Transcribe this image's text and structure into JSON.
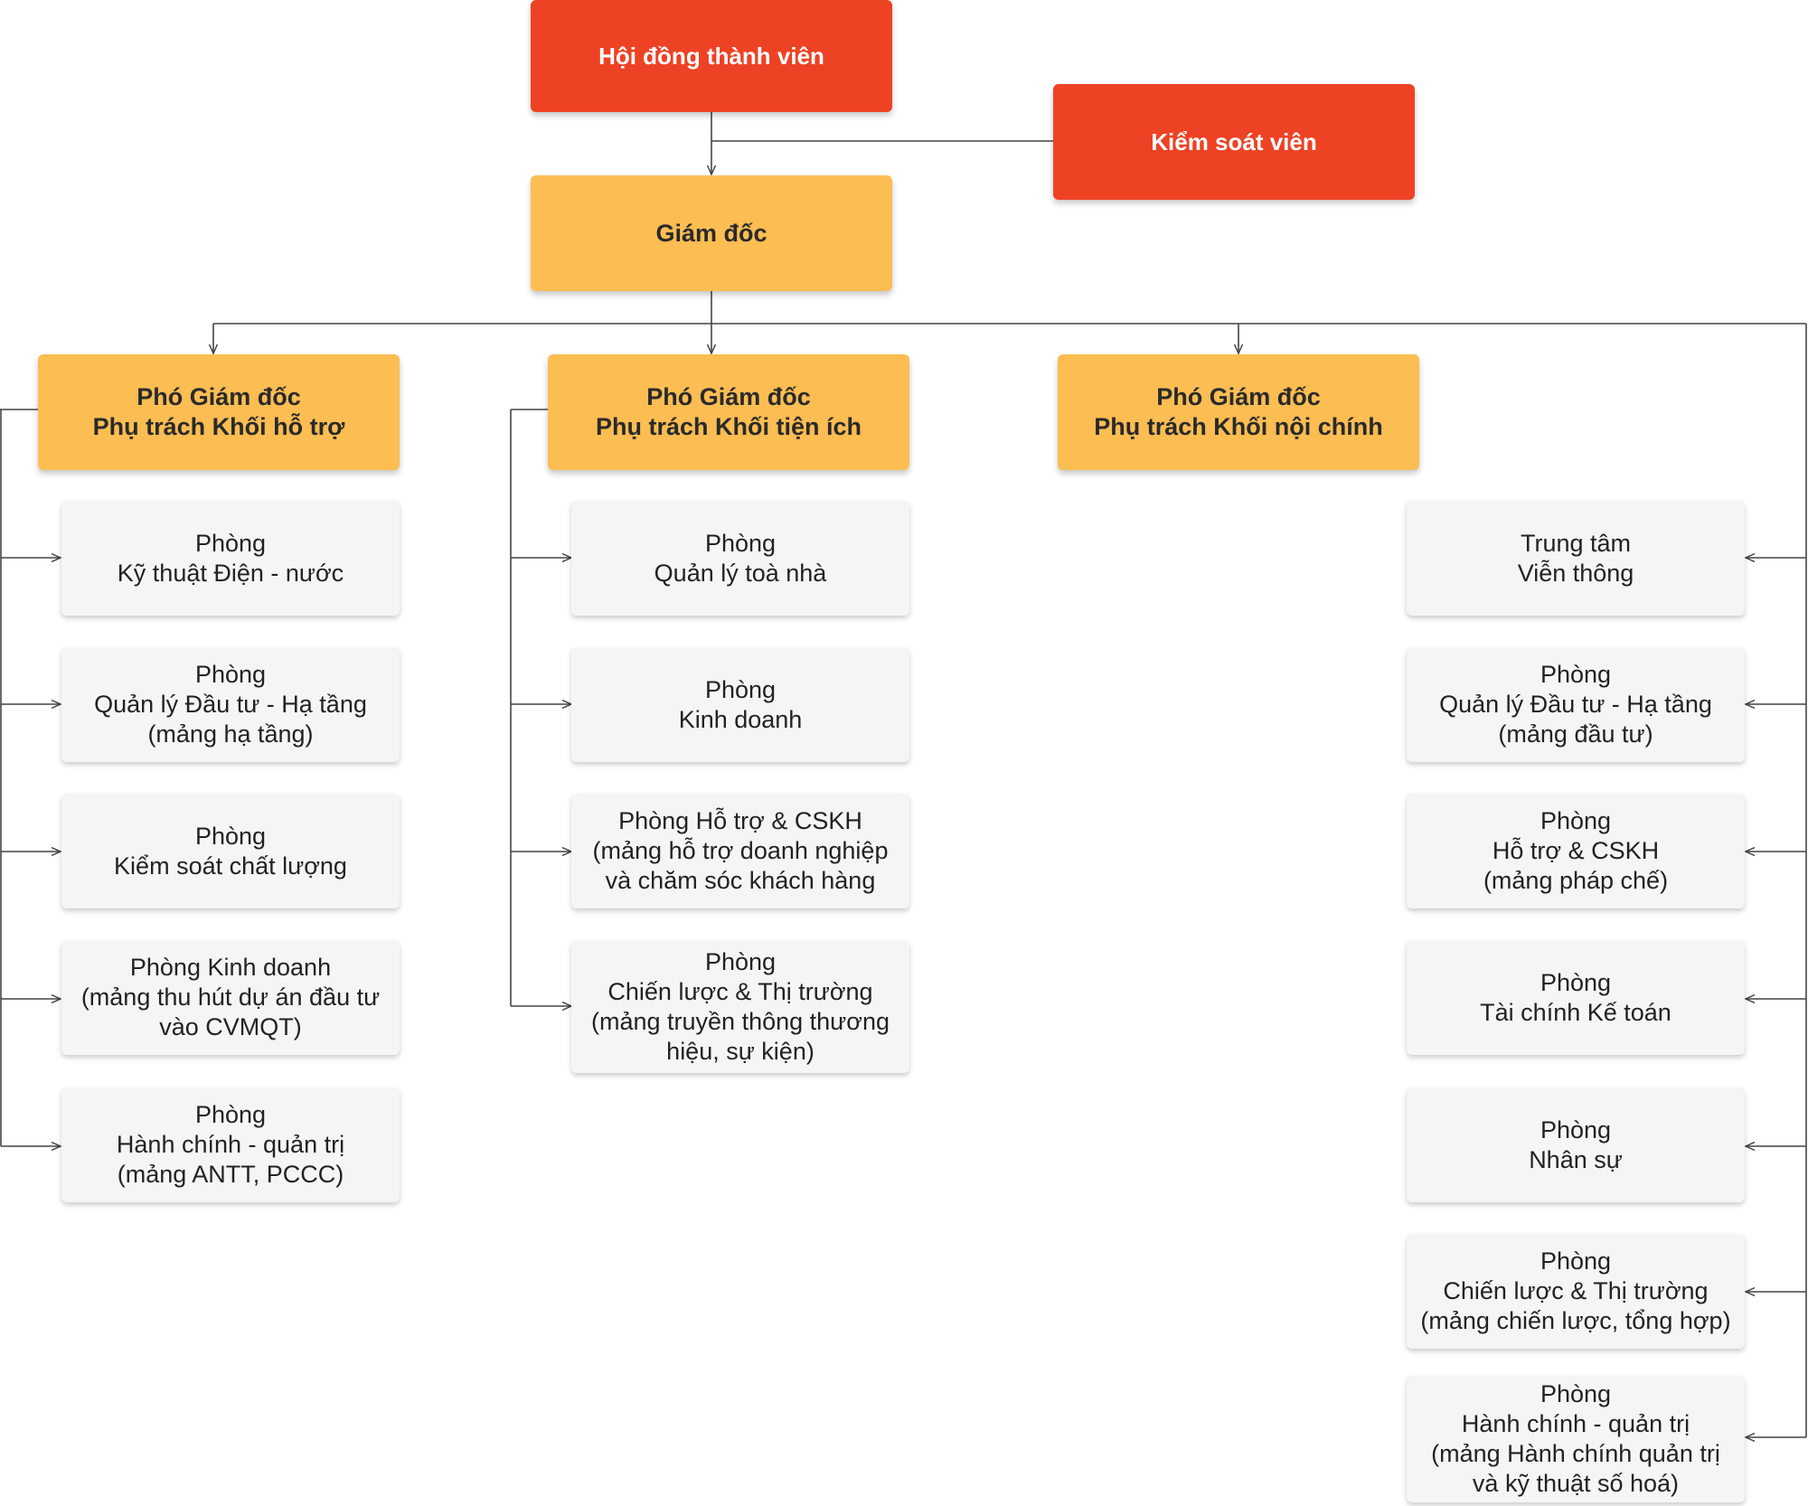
{
  "top": {
    "board": "Hội đồng thành viên",
    "controller": "Kiểm soát viên",
    "director": "Giám đốc"
  },
  "deputies": [
    {
      "line1": "Phó Giám đốc",
      "line2": "Phụ trách Khối hỗ trợ"
    },
    {
      "line1": "Phó Giám đốc",
      "line2": "Phụ trách Khối tiện ích"
    },
    {
      "line1": "Phó Giám đốc",
      "line2": "Phụ trách Khối nội chính"
    }
  ],
  "support_depts": [
    {
      "lines": [
        "Phòng",
        "Kỹ thuật Điện - nước"
      ]
    },
    {
      "lines": [
        "Phòng",
        "Quản lý Đầu tư - Hạ tầng",
        "(mảng hạ tầng)"
      ]
    },
    {
      "lines": [
        "Phòng",
        "Kiểm soát chất lượng"
      ]
    },
    {
      "lines": [
        "Phòng Kinh doanh",
        "(mảng thu hút dự án đầu tư",
        "vào CVMQT)"
      ]
    },
    {
      "lines": [
        "Phòng",
        "Hành chính - quản trị",
        "(mảng ANTT, PCCC)"
      ]
    }
  ],
  "utility_depts": [
    {
      "lines": [
        "Phòng",
        "Quản lý toà nhà"
      ]
    },
    {
      "lines": [
        "Phòng",
        "Kinh doanh"
      ]
    },
    {
      "lines": [
        "Phòng Hỗ trợ & CSKH",
        "(mảng hỗ trợ doanh nghiệp",
        "và chăm sóc khách hàng"
      ]
    },
    {
      "lines": [
        "Phòng",
        "Chiến lược & Thị trường",
        "(mảng truyền thông thương",
        "hiệu, sự kiện)"
      ]
    }
  ],
  "internal_depts": [
    {
      "lines": [
        "Trung tâm",
        "Viễn thông"
      ]
    },
    {
      "lines": [
        "Phòng",
        "Quản lý Đầu tư - Hạ tầng",
        "(mảng đầu tư)"
      ]
    },
    {
      "lines": [
        "Phòng",
        "Hỗ trợ & CSKH",
        "(mảng pháp chế)"
      ]
    },
    {
      "lines": [
        "Phòng",
        "Tài chính Kế toán"
      ]
    },
    {
      "lines": [
        "Phòng",
        "Nhân sự"
      ]
    },
    {
      "lines": [
        "Phòng",
        "Chiến lược & Thị trường",
        "(mảng chiến lược, tổng hợp)"
      ]
    },
    {
      "lines": [
        "Phòng",
        "Hành chính - quản trị",
        "(mảng Hành chính quản trị",
        "và kỹ thuật số hoá)"
      ]
    }
  ],
  "colors": {
    "top_box": "#ee4224",
    "deputy_box": "#fcbd52",
    "dept_box": "#f5f5f5",
    "connector": "#444444"
  }
}
